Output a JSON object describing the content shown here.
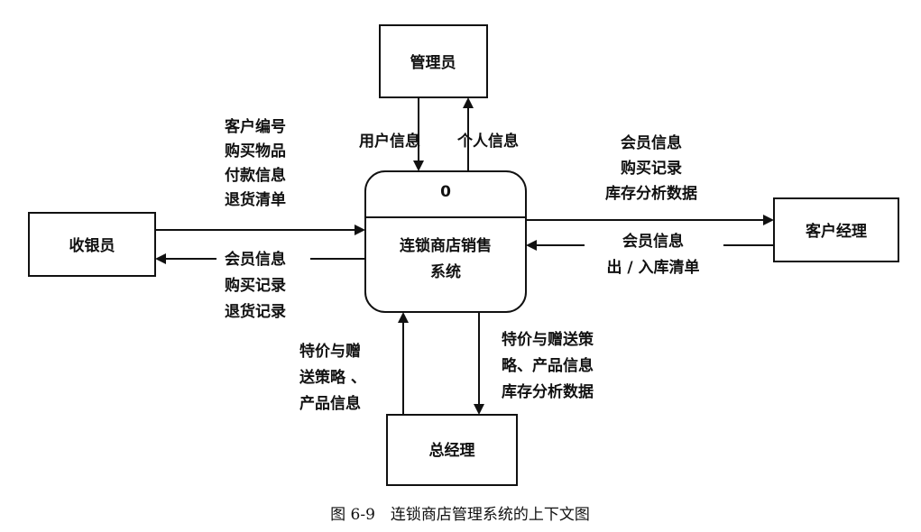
{
  "entities": {
    "admin": "管理员",
    "cashier": "收银员",
    "account_manager": "客户经理",
    "general_manager": "总经理"
  },
  "process": {
    "id": "0",
    "name_line1": "连锁商店销售",
    "name_line2": "系统"
  },
  "flows": {
    "admin_to_system": "用户信息",
    "system_to_admin": "个人信息",
    "cashier_to_system": [
      "客户编号",
      "购买物品",
      "付款信息",
      "退货清单"
    ],
    "system_to_cashier": [
      "会员信息",
      "购买记录",
      "退货记录"
    ],
    "system_to_account_manager": [
      "会员信息",
      "购买记录",
      "库存分析数据"
    ],
    "account_manager_to_system": [
      "会员信息",
      "出 / 入库清单"
    ],
    "gm_to_system": [
      "特价与赠",
      "送策略 、",
      "产品信息"
    ],
    "system_to_gm": [
      "特价与赠送策",
      "略、产品信息",
      "库存分析数据"
    ]
  },
  "caption": "图 6-9　连锁商店管理系统的上下文图"
}
